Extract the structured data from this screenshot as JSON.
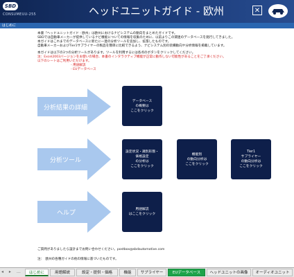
{
  "header": {
    "logo": "SBD",
    "subtitle": "CONSUMEUU-255",
    "title": "ヘッドユニットガイド - 欧州",
    "close_label": "✕",
    "car_icon": "car-icon"
  },
  "breadcrumb": "はじめに",
  "intro": {
    "line1": "本書『ヘッドユニットガイド - 欧州』は欧州におけるナビシステムの動向をまとめたガイドです。",
    "line2": "SBDでは自動車メーカーが提供しているナビ機能についての情報を収集のために、以前よりこの関連のデータベースを発行してきました。",
    "line3": "本ガイドはこれまでのデータベースに新たに一連の分析ツールを追加し、拡張したものです。",
    "line4": "自動車メーカーおよびTier1サプライヤーの製品を簡単に比較できるよう、ナビシステム別の装備動向や分析情報を掲載しています。",
    "line5": "本ガイドは以下の3つの分析ツールがあります。ツールを利用するには各点のボタンをクリックしてください。",
    "note_red1": "注：Excel2003バージョンをお使いの場合、本書のインタラクティブ機能が正常に動作しない可能性があることをご了承ください。",
    "note_red2": "以下のシートはご利用いただけます。",
    "sheet1": "- 用語解説",
    "sheet2": "- EUデータベース"
  },
  "sections": {
    "analysis_results": "分析結果の詳細",
    "analysis_tools": "分析ツール",
    "help": "ヘルプ"
  },
  "boxes": {
    "database": [
      "データベース",
      "の概要は",
      "ここをクリック"
    ],
    "settings": [
      "設定状況・識別形態・",
      "価格設定",
      "の分析は",
      "ここをクリック"
    ],
    "functions": [
      "機能別",
      "の動向分析は",
      "ここをクリック"
    ],
    "tier1": [
      "Tier1",
      "サプライヤー",
      "の動向分析は",
      "ここをクリック"
    ],
    "glossary": [
      "用語解説",
      "はここをクリック"
    ]
  },
  "footer": {
    "contact": "ご質問がありましたら設計までお問い合わせください。postbox@sbdautomotive.com",
    "note": "注：　欧州の各種ガイドの他の情報に基づいたものです。"
  },
  "tabs": [
    {
      "label": "はじめに",
      "state": "active"
    },
    {
      "label": "用語解説",
      "state": "normal"
    },
    {
      "label": "設定・提供・価格",
      "state": "normal"
    },
    {
      "label": "機能",
      "state": "normal"
    },
    {
      "label": "サプライヤー",
      "state": "normal"
    },
    {
      "label": "EUデータベース",
      "state": "green"
    },
    {
      "label": "ヘッドユニットの画像",
      "state": "normal"
    },
    {
      "label": "オーディオユニット",
      "state": "normal"
    }
  ],
  "colors": {
    "header": "#0f2552",
    "box": "#0e1f4a",
    "arrow": "#a9c8ee",
    "active_tab": "#1d7a2c",
    "green_tab": "#1ea34a",
    "red_note": "#d62020"
  }
}
